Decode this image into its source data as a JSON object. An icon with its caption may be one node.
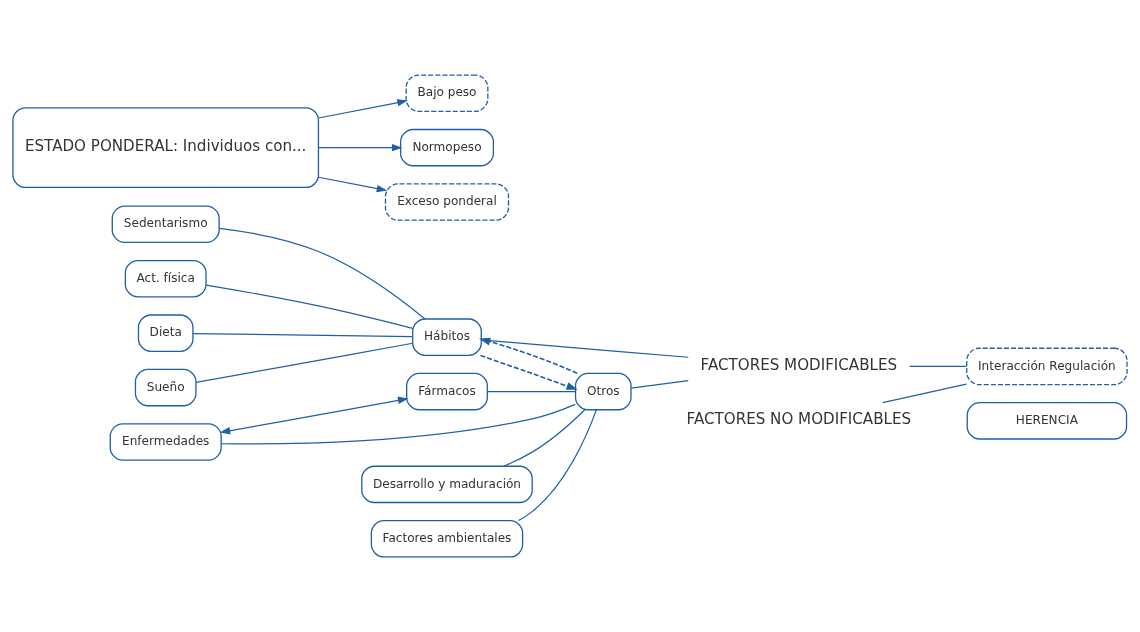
{
  "diagram": {
    "nodes": [
      {
        "text": [
          "Sedentarismo"
        ]
      },
      {
        "text": [
          "Act. física"
        ]
      },
      {
        "text": [
          "Dieta"
        ]
      },
      {
        "text": [
          "Sueño"
        ]
      },
      {
        "text": [
          "Hábitos"
        ]
      },
      {
        "text": [
          "Fármacos"
        ]
      },
      {
        "text": [
          "Otros"
        ]
      },
      {
        "text": [
          "Enfermedades"
        ]
      },
      {
        "text": [
          "Desarrollo y maduración"
        ]
      },
      {
        "text": [
          "Factores ambientales"
        ]
      },
      {
        "text": [
          "FACTORES MODIFICABLES"
        ]
      },
      {
        "text": [
          "FACTORES NO MODIFICABLES"
        ]
      },
      {
        "text": [
          "HERENCIA"
        ]
      },
      {
        "text": [
          "Interacción Regulación"
        ]
      },
      {
        "text": [
          "ESTADO PONDERAL: Individuos con..."
        ]
      },
      {
        "text": [
          "Bajo peso"
        ]
      },
      {
        "text": [
          "Normopeso"
        ]
      },
      {
        "text": [
          "Exceso ponderal"
        ]
      }
    ],
    "edges": [
      {
        "from": 0,
        "to": 4,
        "arrow": "none"
      },
      {
        "from": 1,
        "to": 4,
        "arrow": "none"
      },
      {
        "from": 2,
        "to": 4,
        "arrow": "none"
      },
      {
        "from": 3,
        "to": 4,
        "arrow": "none"
      },
      {
        "from": 4,
        "to": 6,
        "arrow": "to",
        "style": "dashed"
      },
      {
        "from": 6,
        "to": 4,
        "arrow": "to",
        "style": "dashed"
      },
      {
        "from": 4,
        "to": 10,
        "arrow": "none"
      },
      {
        "from": 6,
        "to": 10,
        "arrow": "none"
      },
      {
        "from": 5,
        "to": 6,
        "arrow": "none"
      },
      {
        "from": 7,
        "to": 5,
        "arrow": "both"
      },
      {
        "from": 7,
        "to": 6,
        "arrow": "none"
      },
      {
        "from": 9,
        "to": 6,
        "arrow": "none"
      },
      {
        "from": 8,
        "to": 6,
        "arrow": "none"
      },
      {
        "from": 10,
        "to": 13,
        "arrow": "none"
      },
      {
        "from": 11,
        "to": 13,
        "arrow": "none"
      },
      {
        "from": 14,
        "to": 15,
        "arrow": "to"
      },
      {
        "from": 14,
        "to": 16,
        "arrow": "to"
      },
      {
        "from": 14,
        "to": 17,
        "arrow": "to"
      }
    ]
  }
}
